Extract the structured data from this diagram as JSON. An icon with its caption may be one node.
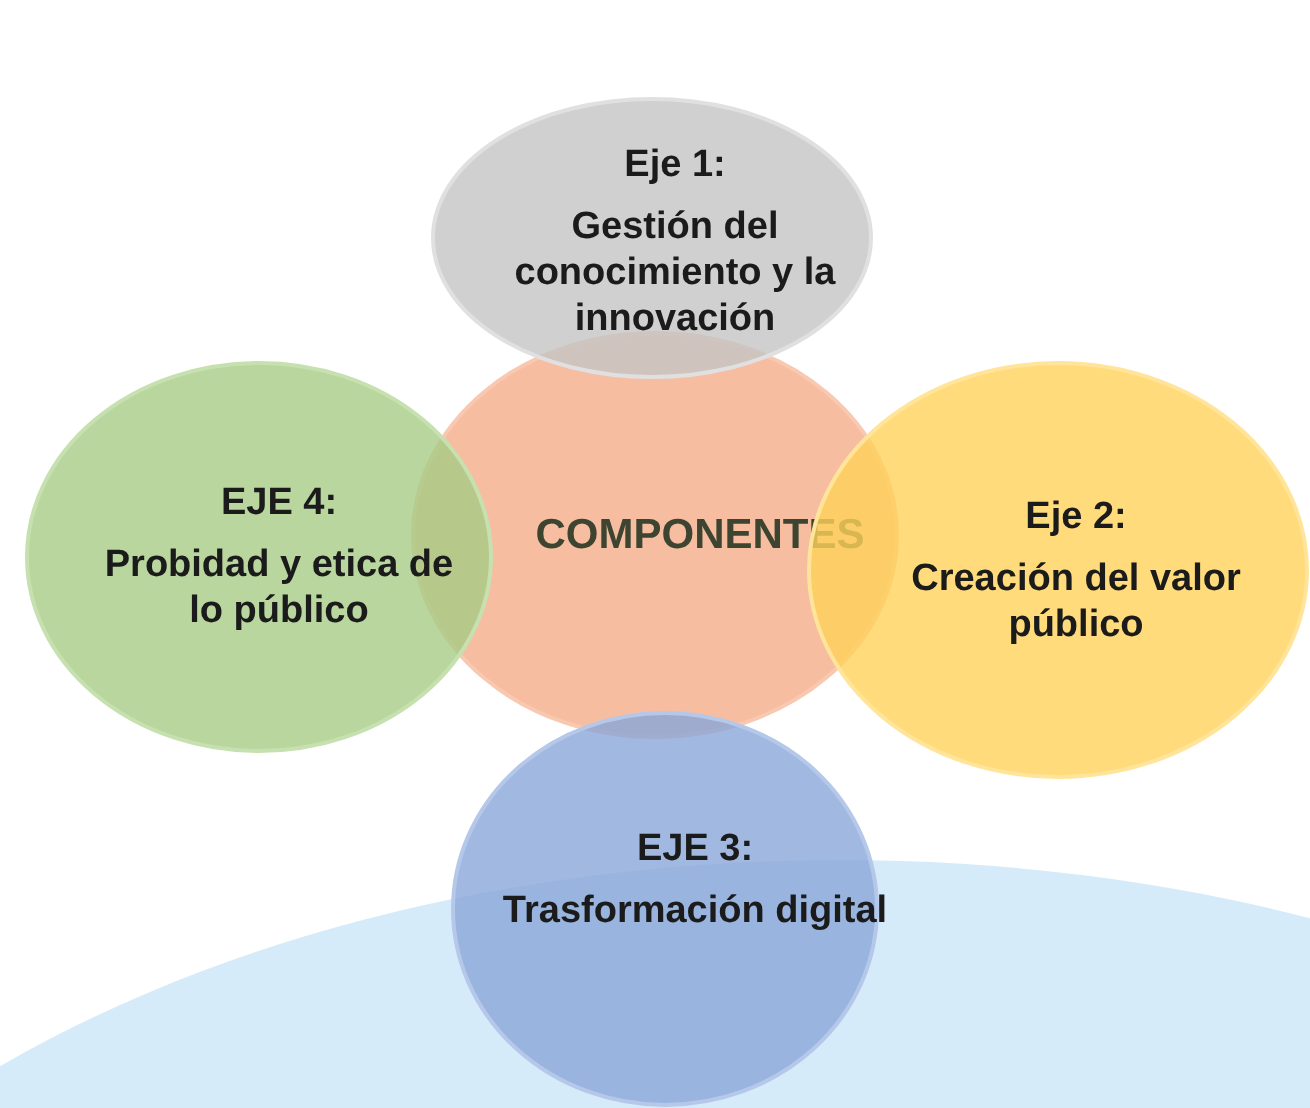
{
  "diagram": {
    "nodes": [
      {
        "text": [
          "Eje 1:",
          "Gestión del conocimiento y la innovación"
        ]
      },
      {
        "text": [
          "EJE 4:",
          "Probidad y etica de lo público"
        ]
      },
      {
        "text": [
          "COMPONENTES"
        ]
      },
      {
        "text": [
          "Eje 2:",
          "Creación del valor público"
        ]
      },
      {
        "text": [
          "EJE 3:",
          "Trasformación digital"
        ]
      }
    ],
    "edges": []
  }
}
